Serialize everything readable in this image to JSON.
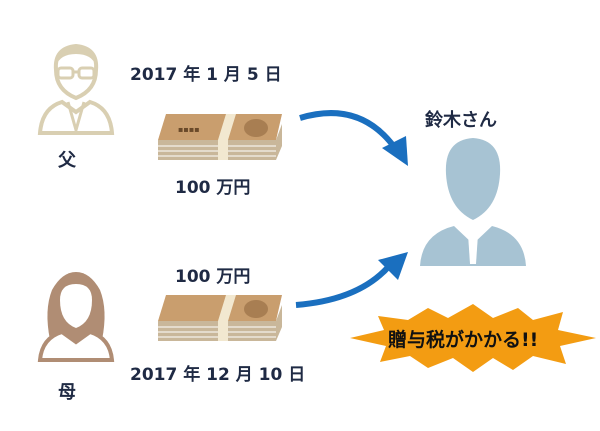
{
  "father": {
    "label": "父",
    "date": "2017 年 1 月 5 日",
    "amount": "100 万円"
  },
  "mother": {
    "label": "母",
    "date": "2017 年 12 月 10 日",
    "amount": "100 万円"
  },
  "recipient": {
    "label": "鈴木さん"
  },
  "alert": {
    "text": "贈与税がかかる!!"
  },
  "colors": {
    "arrow": "#1a6fbf",
    "burst": "#f39c12",
    "recipient_icon": "#a7c3d3",
    "giver_icon": "#d9cfb2",
    "mother_hair": "#b08d74",
    "text": "#1f2a44"
  }
}
